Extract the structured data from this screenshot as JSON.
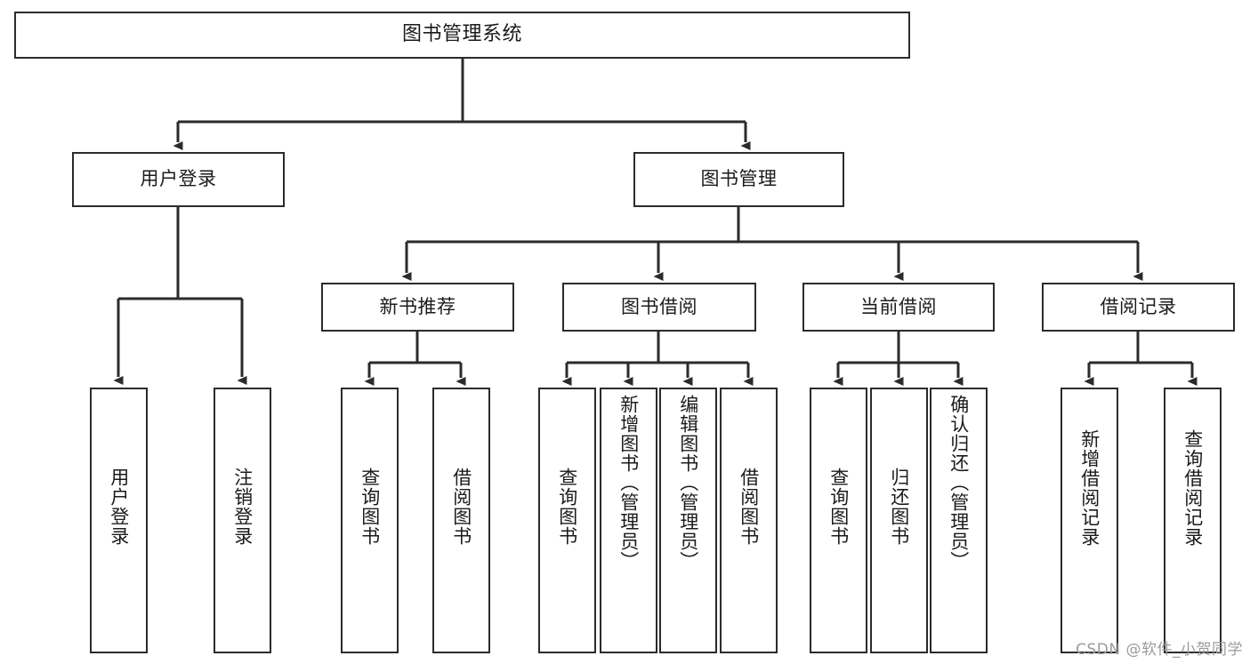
{
  "diagram": {
    "type": "tree-hierarchy",
    "title": "图书管理系统",
    "orientation": "top-down",
    "colors": {
      "box_border": "#2b2b2b",
      "box_fill": "#ffffff",
      "edge": "#2b2b2b",
      "text": "#1b1b1b",
      "watermark": "#9b9b9b",
      "background": "#ffffff"
    },
    "nodes": {
      "root": {
        "label": "图书管理系统"
      },
      "level2": [
        {
          "label": "用户登录"
        },
        {
          "label": "图书管理"
        }
      ],
      "level3": [
        {
          "label": "新书推荐"
        },
        {
          "label": "图书借阅"
        },
        {
          "label": "当前借阅"
        },
        {
          "label": "借阅记录"
        }
      ],
      "leaves_user_login": [
        {
          "label": "用户登录"
        },
        {
          "label": "注销登录"
        }
      ],
      "leaves_new_book": [
        {
          "label": "查询图书"
        },
        {
          "label": "借阅图书"
        }
      ],
      "leaves_borrow": [
        {
          "label": "查询图书"
        },
        {
          "label": "新增图书（管理员）"
        },
        {
          "label": "编辑图书（管理员）"
        },
        {
          "label": "借阅图书"
        }
      ],
      "leaves_current": [
        {
          "label": "查询图书"
        },
        {
          "label": "归还图书"
        },
        {
          "label": "确认归还（管理员）"
        }
      ],
      "leaves_record": [
        {
          "label": "新增借阅记录"
        },
        {
          "label": "查询借阅记录"
        }
      ]
    },
    "watermark": "CSDN @软件_小贺同学"
  }
}
